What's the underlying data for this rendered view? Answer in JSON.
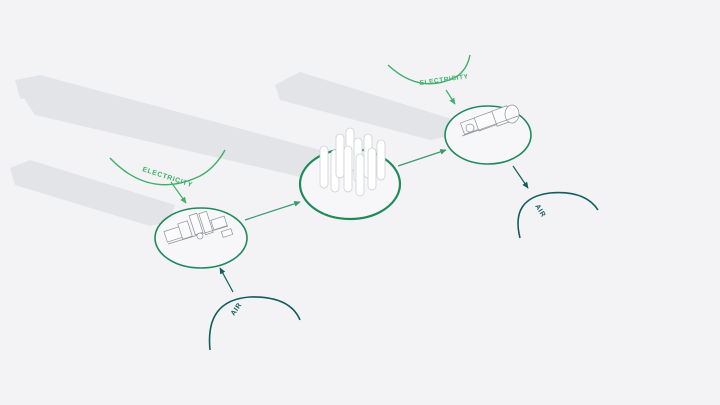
{
  "diagram": {
    "labels": {
      "electricity_left": "ELECTRICITY",
      "electricity_right": "ELECTRICITY",
      "air_left": "AIR",
      "air_right": "AIR"
    },
    "colors": {
      "background": "#f3f3f5",
      "electricity_green": "#3fb06a",
      "node_ring_green": "#1f8a5a",
      "air_teal": "#0f5e5c",
      "connector": "#3a9a6e",
      "machinery_gray": "#9ea3a8",
      "shadow_gray": "#dedfe2"
    },
    "nodes": [
      {
        "id": "compressor-node",
        "icon": "air-compressor-icon"
      },
      {
        "id": "storage-tanks-node",
        "icon": "storage-tanks-icon"
      },
      {
        "id": "turbine-node",
        "icon": "turbine-generator-icon"
      }
    ]
  }
}
